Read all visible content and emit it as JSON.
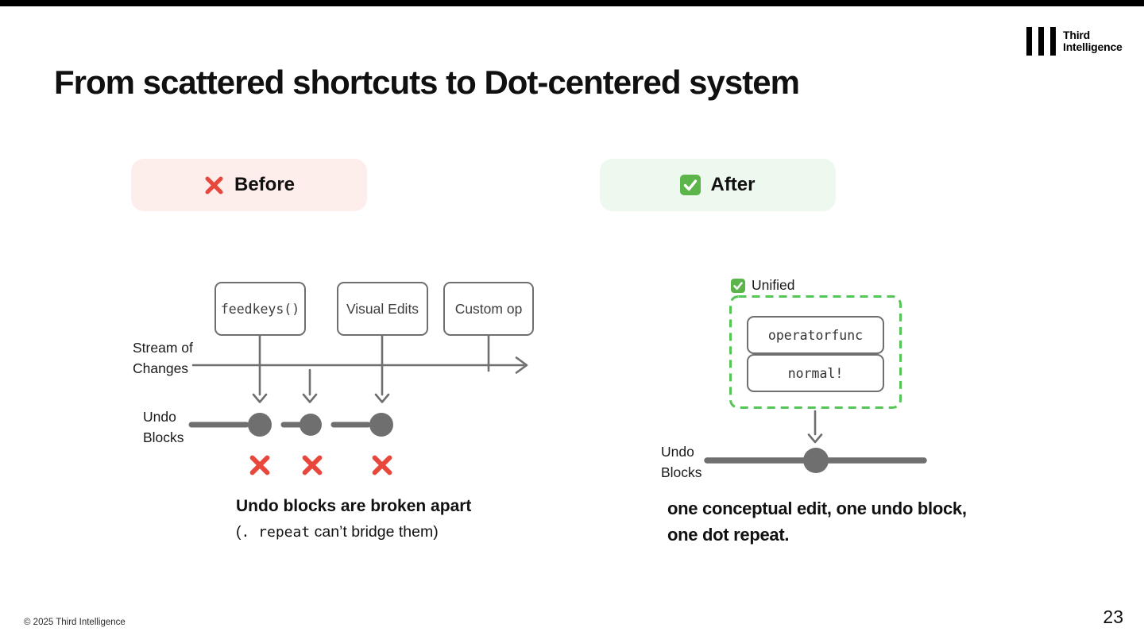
{
  "slide": {
    "title": "From scattered shortcuts to Dot-centered system",
    "page_number": "23",
    "copyright": "© 2025 Third Intelligence"
  },
  "logo": {
    "line1": "Third",
    "line2": "Intelligence"
  },
  "colors": {
    "top_bar": "#000000",
    "before_pill_bg": "#fdeeec",
    "after_pill_bg": "#edf9ee",
    "cross_red": "#e8473c",
    "check_green": "#5cb54b",
    "dashed_green": "#55c555",
    "diagram_gray": "#6f6f6f"
  },
  "icons": {
    "before": "cross-mark-icon",
    "after": "check-box-icon",
    "unified": "check-box-icon",
    "broken_marks": "cross-mark-icon"
  },
  "before_section": {
    "label": "Before",
    "diagram": {
      "boxes": [
        {
          "label": "feedkeys()"
        },
        {
          "label": "Visual Edits"
        },
        {
          "label": "Custom op"
        }
      ],
      "stream_label_line1": "Stream of",
      "stream_label_line2": "Changes",
      "undo_label_line1": "Undo",
      "undo_label_line2": "Blocks",
      "caption_line1": "Undo blocks are broken apart",
      "caption_line2_prefix": "(",
      "caption_line2_code": ". repeat",
      "caption_line2_suffix": " can’t bridge them)"
    }
  },
  "after_section": {
    "label": "After",
    "diagram": {
      "unified_label": "Unified",
      "boxes": [
        {
          "label": "operatorfunc"
        },
        {
          "label": "normal!"
        }
      ],
      "undo_label_line1": "Undo",
      "undo_label_line2": "Blocks",
      "caption_line1": "one conceptual edit, one undo block,",
      "caption_line2": "one dot repeat."
    }
  }
}
